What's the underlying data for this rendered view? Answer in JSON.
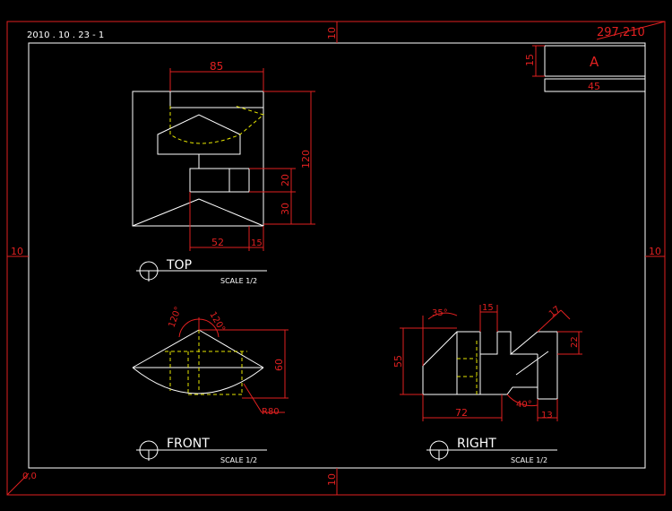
{
  "header": {
    "date_stamp": "2010 . 10 . 23 - 1",
    "sheet_size": "297,210",
    "origin": "0,0"
  },
  "margins": {
    "top": "10",
    "bottom": "10",
    "left": "10",
    "right": "10"
  },
  "title_block": {
    "label": "A",
    "height_dim": "15",
    "width_dim": "45"
  },
  "views": {
    "top": {
      "title": "TOP",
      "scale": "SCALE 1/2",
      "dims": {
        "width": "85",
        "height": "120",
        "d20": "20",
        "d30": "30",
        "d52": "52",
        "d15": "15"
      }
    },
    "front": {
      "title": "FRONT",
      "scale": "SCALE 1/2",
      "dims": {
        "angle_left": "120°",
        "angle_right": "120°",
        "height": "60",
        "radius": "R80"
      }
    },
    "right": {
      "title": "RIGHT",
      "scale": "SCALE 1/2",
      "dims": {
        "angle_top": "35°",
        "d15": "15",
        "d17": "17",
        "height": "55",
        "d22": "22",
        "width": "72",
        "angle_bottom": "40°",
        "d13": "13"
      }
    }
  },
  "colors": {
    "background": "#000000",
    "dimension": "#e02020",
    "object": "#ffffff",
    "hidden": "#e6e600"
  }
}
